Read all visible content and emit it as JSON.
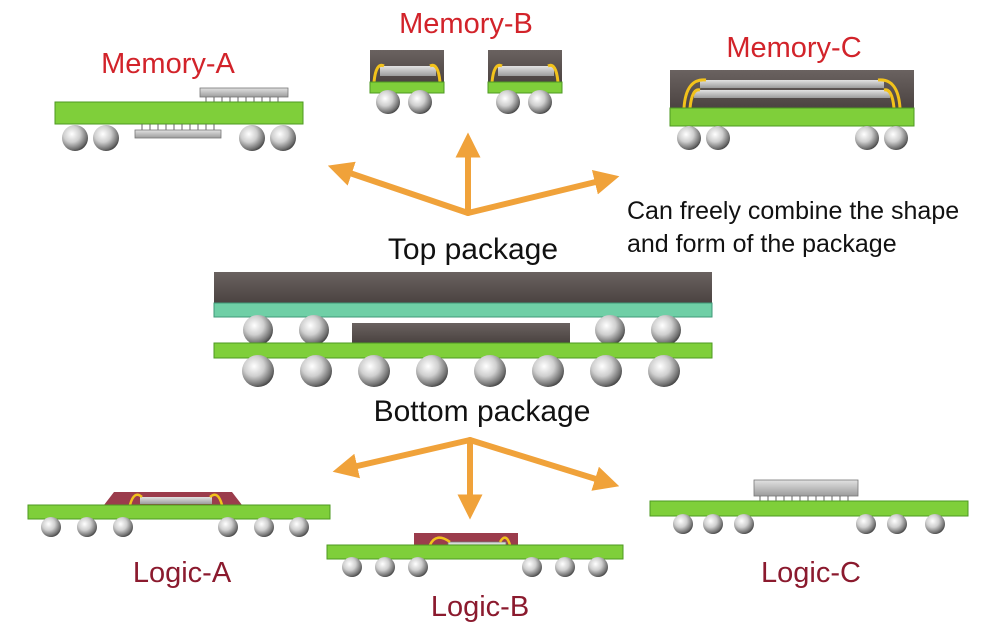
{
  "labels": {
    "memory_a": "Memory-A",
    "memory_b": "Memory-B",
    "memory_c": "Memory-C",
    "note_line1": "Can freely combine the shape",
    "note_line2": "and form of the package",
    "top_package": "Top package",
    "bottom_package": "Bottom package",
    "logic_a": "Logic-A",
    "logic_b": "Logic-B",
    "logic_c": "Logic-C"
  },
  "colors": {
    "memory_label": "#d2232a",
    "logic_label": "#8b1a2e",
    "body_text": "#111111",
    "substrate": "#7fcf3a",
    "substrate_edge": "#4e9a22",
    "top_substrate": "#6fcfa6",
    "mold": "#5a5250",
    "die": "#b8b8b8",
    "logic_mold": "#9b3c4c",
    "wire": "#f2c21b",
    "arrow": "#f0a23a"
  }
}
